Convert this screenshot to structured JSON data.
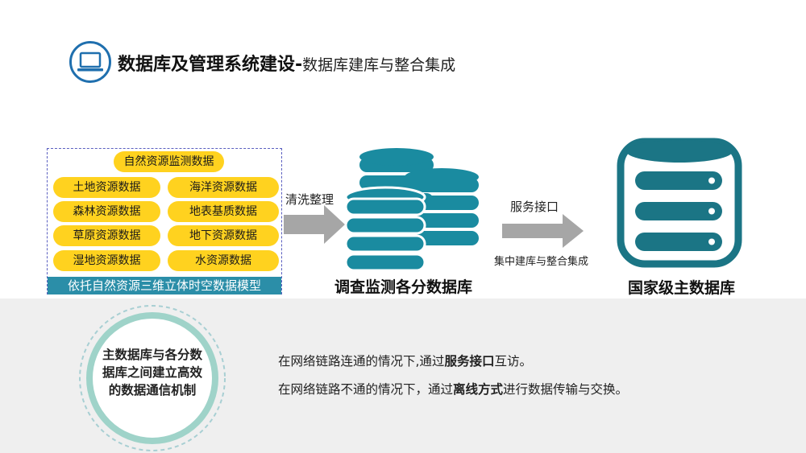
{
  "header": {
    "title_main": "数据库及管理系统建设-",
    "title_sub": "数据库建库与整合集成"
  },
  "source": {
    "top_item": "自然资源监测数据",
    "items": [
      "土地资源数据",
      "海洋资源数据",
      "森林资源数据",
      "地表基质数据",
      "草原资源数据",
      "地下资源数据",
      "湿地资源数据",
      "水资源数据"
    ],
    "model_caption": "依托自然资源三维立体时空数据模型"
  },
  "flow": {
    "arrow1_label": "清洗整理",
    "survey_db_label": "调查监测各分数据库",
    "arrow2_label_top": "服务接口",
    "arrow2_label_bottom": "集中建库与整合集成",
    "national_db_label": "国家级主数据库"
  },
  "mechanism": {
    "ring_text": "主数据库与各分数据库之间建立高效的数据通信机制",
    "line1_pre": "在网络链路连通的情况下,通过",
    "line1_bold": "服务接口",
    "line1_post": "互访。",
    "line2_pre": "在网络链路不通的情况下，通过",
    "line2_bold": "离线方式",
    "line2_post": "进行数据传输与交换。"
  },
  "colors": {
    "accent_blue": "#1f6fae",
    "db_teal": "#1a8ba0",
    "national_db": "#1b7585",
    "pill_yellow": "#ffd21f",
    "arrow_gray": "#a6a6a6",
    "panel_gray": "#efefef"
  },
  "icons": {
    "title": "monitor-icon",
    "survey_db": "database-cluster-icon",
    "national_db": "database-server-icon"
  }
}
